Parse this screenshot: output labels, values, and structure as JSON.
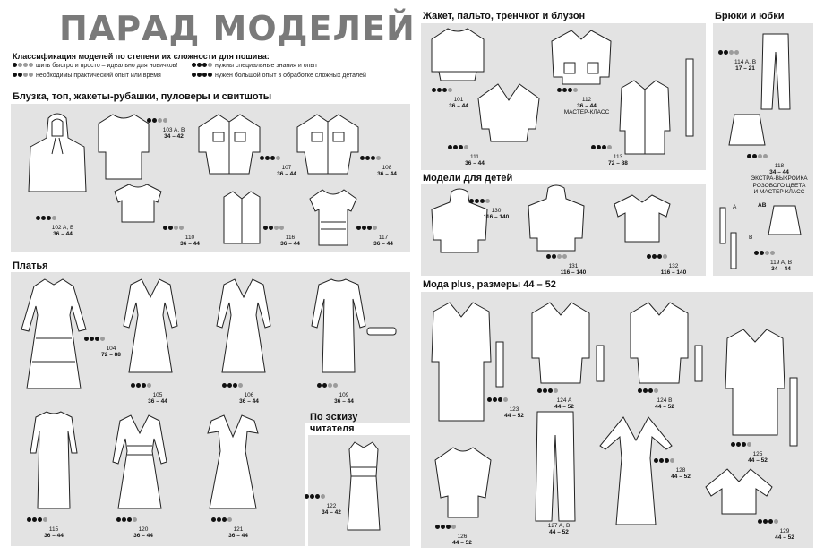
{
  "header": {
    "title": "ПАРАД МОДЕЛЕЙ"
  },
  "legend": {
    "title": "Классификация моделей по степени их сложности для пошива:",
    "items": [
      {
        "dots": "1",
        "text": "шить быстро и просто – идеально для новичков!"
      },
      {
        "dots": "2",
        "text": "необходимы практический опыт или время"
      },
      {
        "dots": "3",
        "text": "нужны специальные знания и опыт"
      },
      {
        "dots": "4",
        "text": "нужен большой опыт в обработке сложных деталей"
      }
    ]
  },
  "sections": {
    "blouses": "Блузка, топ, жакеты-рубашки, пуловеры и свитшоты",
    "dresses": "Платья",
    "reader": "По эскизу\nчитателя",
    "jackets": "Жакет, пальто, тренчкот и блузон",
    "kids": "Модели для детей",
    "plus": "Мода plus, размеры 44 – 52",
    "pants": "Брюки и юбки"
  },
  "models": [
    {
      "id": "m102",
      "num": "102 A, B",
      "size": "36 – 44",
      "dots": 3
    },
    {
      "id": "m103",
      "num": "103 A, B",
      "size": "34 – 42",
      "dots": 2
    },
    {
      "id": "m107",
      "num": "107",
      "size": "36 – 44",
      "dots": 3
    },
    {
      "id": "m108",
      "num": "108",
      "size": "36 – 44",
      "dots": 3
    },
    {
      "id": "m110",
      "num": "110",
      "size": "36 – 44",
      "dots": 2
    },
    {
      "id": "m116",
      "num": "116",
      "size": "36 – 44",
      "dots": 2
    },
    {
      "id": "m117",
      "num": "117",
      "size": "36 – 44",
      "dots": 3
    },
    {
      "id": "m104",
      "num": "104",
      "size": "72 – 88",
      "dots": 3
    },
    {
      "id": "m105",
      "num": "105",
      "size": "36 – 44",
      "dots": 3
    },
    {
      "id": "m106",
      "num": "106",
      "size": "36 – 44",
      "dots": 3
    },
    {
      "id": "m109",
      "num": "109",
      "size": "36 – 44",
      "dots": 2
    },
    {
      "id": "m115",
      "num": "115",
      "size": "36 – 44",
      "dots": 3
    },
    {
      "id": "m120",
      "num": "120",
      "size": "36 – 44",
      "dots": 3
    },
    {
      "id": "m121",
      "num": "121",
      "size": "36 – 44",
      "dots": 3
    },
    {
      "id": "m122",
      "num": "122",
      "size": "34 – 42",
      "dots": 3
    },
    {
      "id": "m101",
      "num": "101",
      "size": "36 – 44",
      "dots": 3
    },
    {
      "id": "m112",
      "num": "112",
      "size": "36 – 44",
      "dots": 3,
      "note": "МАСТЕР-КЛАСС"
    },
    {
      "id": "m111",
      "num": "111",
      "size": "36 – 44",
      "dots": 3
    },
    {
      "id": "m113",
      "num": "113",
      "size": "72 – 88",
      "dots": 3
    },
    {
      "id": "m130",
      "num": "130",
      "size": "116 – 140",
      "dots": 3
    },
    {
      "id": "m131",
      "num": "131",
      "size": "116 – 140",
      "dots": 2
    },
    {
      "id": "m132",
      "num": "132",
      "size": "116 – 140",
      "dots": 3
    },
    {
      "id": "m123",
      "num": "123",
      "size": "44 – 52",
      "dots": 3
    },
    {
      "id": "m124a",
      "num": "124 A",
      "size": "44 – 52",
      "dots": 3
    },
    {
      "id": "m124b",
      "num": "124 B",
      "size": "44 – 52",
      "dots": 3
    },
    {
      "id": "m125",
      "num": "125",
      "size": "44 – 52",
      "dots": 3
    },
    {
      "id": "m126",
      "num": "126",
      "size": "44 – 52",
      "dots": 3
    },
    {
      "id": "m127",
      "num": "127 A, B",
      "size": "44 – 52",
      "dots": 2
    },
    {
      "id": "m128",
      "num": "128",
      "size": "44 – 52",
      "dots": 3
    },
    {
      "id": "m129",
      "num": "129",
      "size": "44 – 52",
      "dots": 3
    },
    {
      "id": "m114",
      "num": "114 A, B",
      "size": "17 – 21",
      "dots": 2
    },
    {
      "id": "m118",
      "num": "118",
      "size": "34 – 44",
      "dots": 2,
      "note": "ЭКСТРА-ВЫКРОЙКА\nРОЗОВОГО ЦВЕТА\nИ МАСТЕР-КЛАСС"
    },
    {
      "id": "m119",
      "num": "119 A, B",
      "size": "34 – 44",
      "dots": 2
    }
  ],
  "labels": {
    "a": "A",
    "b": "B",
    "ab": "AB"
  },
  "colors": {
    "panel": "#e3e3e3",
    "title": "#7a7a7a",
    "dot_dark": "#111111",
    "dot_light": "#9c9c9c"
  }
}
